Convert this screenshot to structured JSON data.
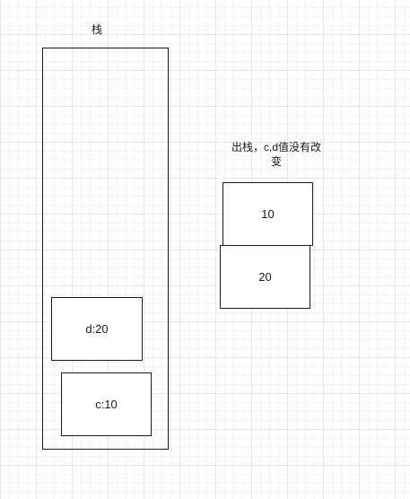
{
  "diagram": {
    "stack": {
      "title": "栈",
      "frames": [
        {
          "label": "d:20"
        },
        {
          "label": "c:10"
        }
      ]
    },
    "popped": {
      "note_line1": "出栈，c,d值没有改",
      "note_line2": "变",
      "values": [
        {
          "label": "10"
        },
        {
          "label": "20"
        }
      ]
    }
  }
}
